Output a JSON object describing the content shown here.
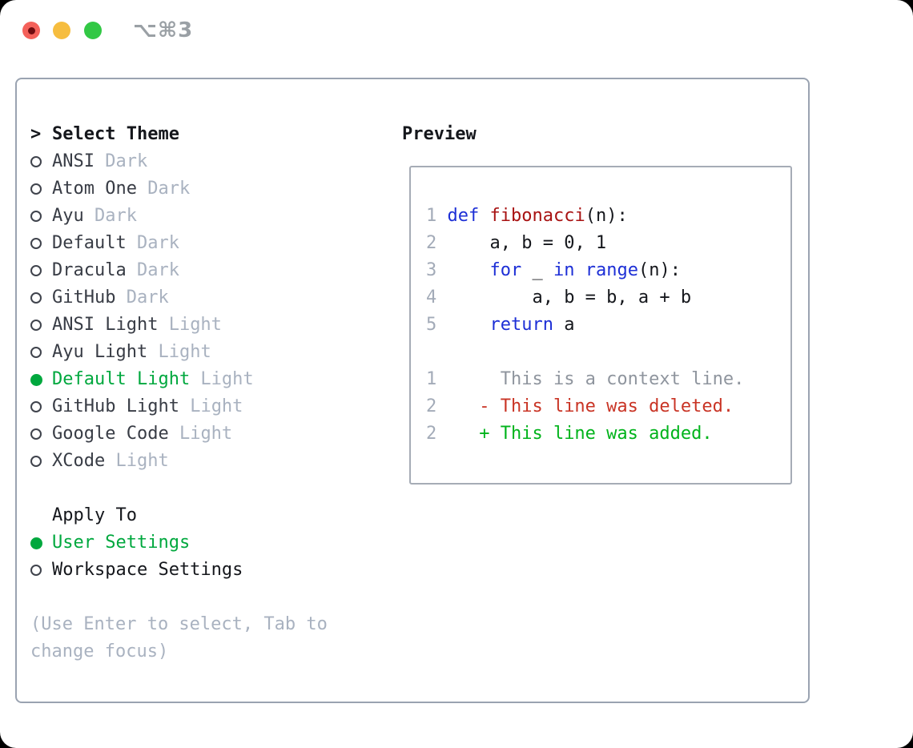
{
  "window": {
    "title": "⌥⌘3"
  },
  "icons": {
    "radio_unselected": "○",
    "radio_selected": "●",
    "prompt": ">",
    "deleted_marker": "-",
    "added_marker": "+"
  },
  "colors": {
    "accent_green": "#00a83e",
    "keyword_blue": "#1d2fd6",
    "function_red": "#a81212",
    "deleted_red": "#c93425",
    "added_green": "#00b31b",
    "muted_gray": "#a9b2c0",
    "line_number_gray": "#a3abb8",
    "context_gray": "#8f959e",
    "text_dark": "#15171c",
    "item_dark": "#383c45",
    "border_gray": "#9aa3b1",
    "traffic_red": "#f4615a",
    "traffic_yellow": "#f6bd3f",
    "traffic_green": "#32c845"
  },
  "theme_list": {
    "prompt": ">",
    "header": "Select Theme",
    "items": [
      {
        "name": "ANSI",
        "variant": "Dark",
        "selected": false
      },
      {
        "name": "Atom One",
        "variant": "Dark",
        "selected": false
      },
      {
        "name": "Ayu",
        "variant": "Dark",
        "selected": false
      },
      {
        "name": "Default",
        "variant": "Dark",
        "selected": false
      },
      {
        "name": "Dracula",
        "variant": "Dark",
        "selected": false
      },
      {
        "name": "GitHub",
        "variant": "Dark",
        "selected": false
      },
      {
        "name": "ANSI Light",
        "variant": "Light",
        "selected": false
      },
      {
        "name": "Ayu Light",
        "variant": "Light",
        "selected": false
      },
      {
        "name": "Default Light",
        "variant": "Light",
        "selected": true
      },
      {
        "name": "GitHub Light",
        "variant": "Light",
        "selected": false
      },
      {
        "name": "Google Code",
        "variant": "Light",
        "selected": false
      },
      {
        "name": "XCode",
        "variant": "Light",
        "selected": false
      }
    ]
  },
  "apply_to": {
    "header": "Apply To",
    "options": [
      {
        "label": "User Settings",
        "selected": true
      },
      {
        "label": "Workspace Settings",
        "selected": false
      }
    ]
  },
  "help_text": "(Use Enter to select, Tab to change focus)",
  "preview": {
    "header": "Preview",
    "code_lines": [
      {
        "num": "1",
        "segments": [
          {
            "t": "def",
            "c": "keyword"
          },
          {
            "t": " ",
            "c": "plain"
          },
          {
            "t": "fibonacci",
            "c": "function"
          },
          {
            "t": "(n):",
            "c": "plain"
          }
        ]
      },
      {
        "num": "2",
        "segments": [
          {
            "t": "    a, b = 0, 1",
            "c": "plain"
          }
        ]
      },
      {
        "num": "3",
        "segments": [
          {
            "t": "    ",
            "c": "plain"
          },
          {
            "t": "for",
            "c": "keyword"
          },
          {
            "t": " _ ",
            "c": "plain"
          },
          {
            "t": "in",
            "c": "keyword"
          },
          {
            "t": " ",
            "c": "plain"
          },
          {
            "t": "range",
            "c": "keyword"
          },
          {
            "t": "(n):",
            "c": "plain"
          }
        ]
      },
      {
        "num": "4",
        "segments": [
          {
            "t": "        a, b = b, a + b",
            "c": "plain"
          }
        ]
      },
      {
        "num": "5",
        "segments": [
          {
            "t": "    ",
            "c": "plain"
          },
          {
            "t": "return",
            "c": "keyword"
          },
          {
            "t": " a",
            "c": "plain"
          }
        ]
      }
    ],
    "diff_lines": [
      {
        "num": "1",
        "marker": "",
        "text": "This is a context line.",
        "kind": "context"
      },
      {
        "num": "2",
        "marker": "-",
        "text": "This line was deleted.",
        "kind": "deleted"
      },
      {
        "num": "2",
        "marker": "+",
        "text": "This line was added.",
        "kind": "added"
      }
    ]
  }
}
